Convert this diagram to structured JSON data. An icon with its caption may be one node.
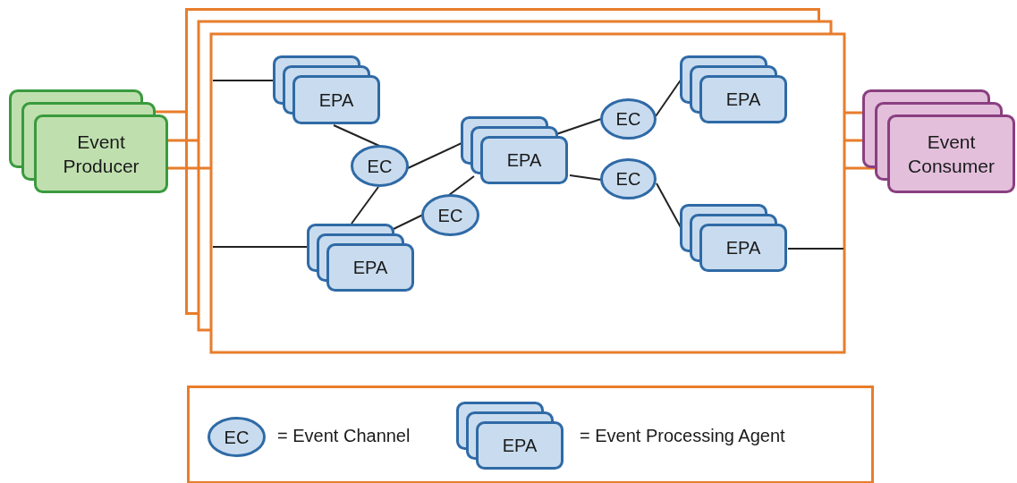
{
  "diagram": {
    "nodes": [
      {
        "text": [
          "Event Producer"
        ]
      },
      {
        "text": [],
        "shape": "box"
      },
      {
        "text": [
          "EPA"
        ],
        "in": 1
      },
      {
        "text": [
          "EC"
        ],
        "in": 1
      },
      {
        "text": [
          "EPA"
        ],
        "in": 1
      },
      {
        "text": [
          "EC"
        ],
        "in": 1
      },
      {
        "text": [
          "EPA"
        ],
        "in": 1
      },
      {
        "text": [
          "EC"
        ],
        "in": 1
      },
      {
        "text": [
          "EC"
        ],
        "in": 1
      },
      {
        "text": [
          "EPA"
        ],
        "in": 1
      },
      {
        "text": [
          "EPA"
        ],
        "in": 1
      },
      {
        "text": [
          "Event Consumer"
        ]
      },
      {
        "text": [
          "EC"
        ]
      },
      {
        "text": [
          "EPA"
        ]
      }
    ],
    "edges": [
      {
        "from": 0,
        "to": 1,
        "arrow": "none",
        "color": "#e87d2b"
      },
      {
        "from": 0,
        "to": 1,
        "arrow": "none",
        "color": "#e87d2b"
      },
      {
        "from": 0,
        "to": 1,
        "arrow": "none",
        "color": "#e87d2b"
      },
      {
        "from": 1,
        "to": 11,
        "arrow": "none",
        "color": "#e87d2b"
      },
      {
        "from": 1,
        "to": 11,
        "arrow": "none",
        "color": "#e87d2b"
      },
      {
        "from": 1,
        "to": 11,
        "arrow": "none",
        "color": "#e87d2b"
      },
      {
        "from": 1,
        "to": 2,
        "arrow": "none"
      },
      {
        "from": 1,
        "to": 6,
        "arrow": "none"
      },
      {
        "from": 2,
        "to": 3,
        "arrow": "none"
      },
      {
        "from": 3,
        "to": 4,
        "arrow": "none"
      },
      {
        "from": 3,
        "to": 6,
        "arrow": "none"
      },
      {
        "from": 6,
        "to": 5,
        "arrow": "none"
      },
      {
        "from": 5,
        "to": 4,
        "arrow": "none"
      },
      {
        "from": 4,
        "to": 7,
        "arrow": "none"
      },
      {
        "from": 7,
        "to": 9,
        "arrow": "none"
      },
      {
        "from": 4,
        "to": 8,
        "arrow": "none"
      },
      {
        "from": 8,
        "to": 10,
        "arrow": "none"
      },
      {
        "from": 10,
        "to": 1,
        "arrow": "none"
      }
    ],
    "legend": [
      {
        "text": "= Event Channel"
      },
      {
        "text": "= Event Processing Agent"
      }
    ]
  }
}
